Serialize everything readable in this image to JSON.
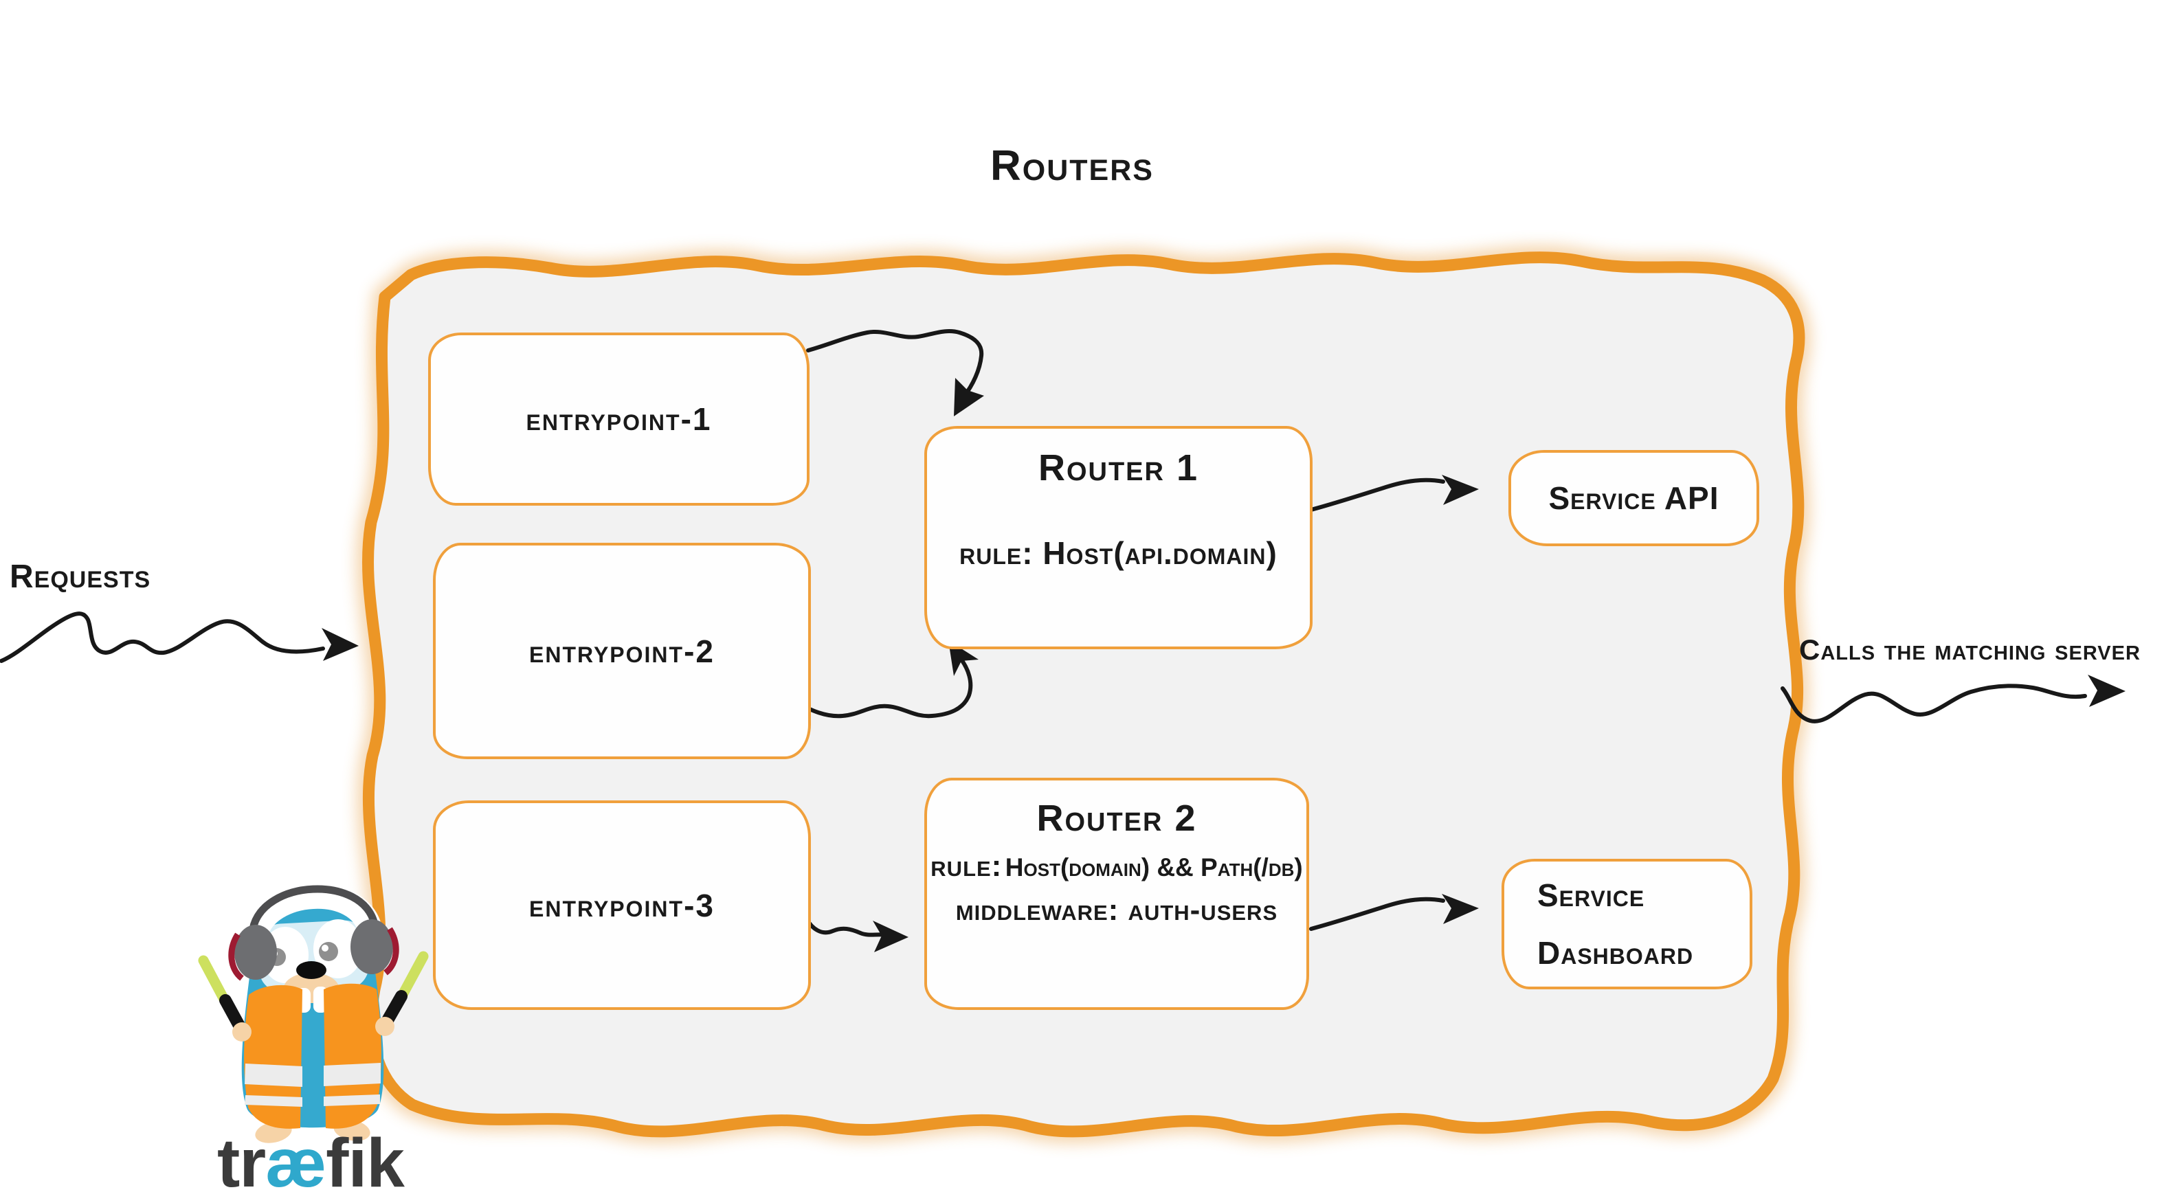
{
  "diagram": {
    "title": "Routers",
    "requests_label": "Requests",
    "calls_label": "Calls the matching server",
    "entrypoints": [
      {
        "label": "entrypoint-1"
      },
      {
        "label": "entrypoint-2"
      },
      {
        "label": "entrypoint-3"
      }
    ],
    "routers": [
      {
        "title": "Router 1",
        "rule": "rule: Host(api.domain)"
      },
      {
        "title": "Router 2",
        "rule_label": "rule:",
        "rule_value": "Host(domain) && Path(/db)",
        "middleware": "middleware: auth-users"
      }
    ],
    "services": [
      {
        "label": "Service API"
      },
      {
        "line1": "Service",
        "line2": "Dashboard"
      }
    ],
    "connections": [
      {
        "from": "Requests",
        "to": "routers container"
      },
      {
        "from": "entrypoint-1",
        "to": "Router 1"
      },
      {
        "from": "entrypoint-2",
        "to": "Router 1"
      },
      {
        "from": "entrypoint-3",
        "to": "Router 2"
      },
      {
        "from": "Router 1",
        "to": "Service API"
      },
      {
        "from": "Router 2",
        "to": "Service Dashboard"
      },
      {
        "from": "routers container",
        "to": "Calls the matching server"
      }
    ],
    "colors": {
      "container_border": "#EC9626",
      "container_glow": "#E8A34C",
      "container_fill": "#F2F2F2",
      "box_border": "#F0A03C",
      "box_fill": "#FEFEFE",
      "arrow": "#181818",
      "text": "#1A1A1A"
    }
  },
  "logo": {
    "icon": "traefik-gopher-logo",
    "wordmark": {
      "tr": "tr",
      "ae": "æ",
      "fik": "fik"
    },
    "colors": {
      "body_blue": "#35A9CF",
      "vest_orange": "#F7941E",
      "stick_green": "#CDE05F",
      "headphone_gray": "#6D6E71",
      "headphone_red": "#9E1B32",
      "wordmark_dark": "#3B3B3B",
      "wordmark_accent": "#2FA8CC"
    }
  }
}
